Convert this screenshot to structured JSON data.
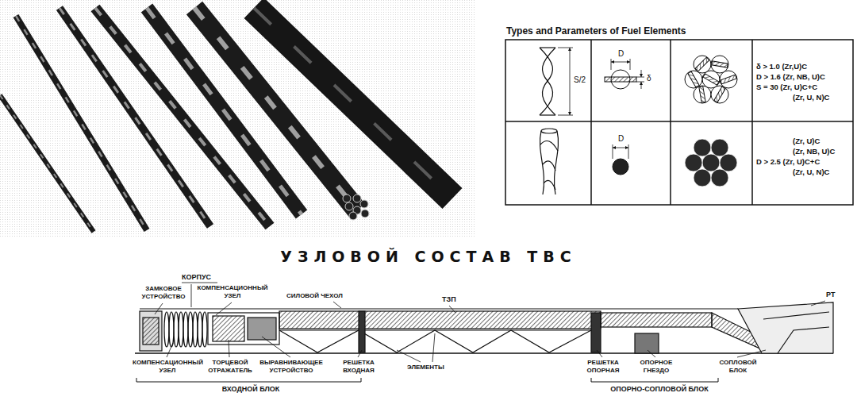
{
  "diagram": {
    "title": "УЗЛОВОЙ СОСТАВ ТВС",
    "labels": [
      "Types and Parameters of Fuel Elements",
      "S/2",
      "D",
      "δ",
      "δ > 1.0 (Zr,U)C",
      "D > 1.6 (Zr, NB, U)C",
      "S = 30 (Zr, U)C+C",
      "(Zr, U, N)C",
      "D",
      "(Zr, U)C",
      "(Zr, NB, U)C",
      "D > 2.5 (Zr, U)C+C",
      "(Zr, U, N)C",
      "КОРПУС",
      "ЗАМКОВОЕ УСТРОЙСТВО",
      "КОМПЕНСАЦИОННЫЙ УЗЕЛ",
      "СИЛОВОЙ ЧЕХОЛ",
      "ТЗП",
      "РТ",
      "КОМПЕНСАЦИОННЫЙ УЗЕЛ",
      "ТОРЦЕВОЙ ОТРАЖАТЕЛЬ",
      "ВЫРАВНИВАЮЩЕЕ УСТРОЙСТВО",
      "РЕШЕТКА ВХОДНАЯ",
      "ЭЛЕМЕНТЫ",
      "РЕШЕТКА ОПОРНАЯ",
      "ОПОРНОЕ ГНЕЗДО",
      "СОПЛОВОЙ БЛОК",
      "ВХОДНОЙ БЛОК",
      "ОПОРНО-СОПЛОВОЙ БЛОК"
    ]
  }
}
